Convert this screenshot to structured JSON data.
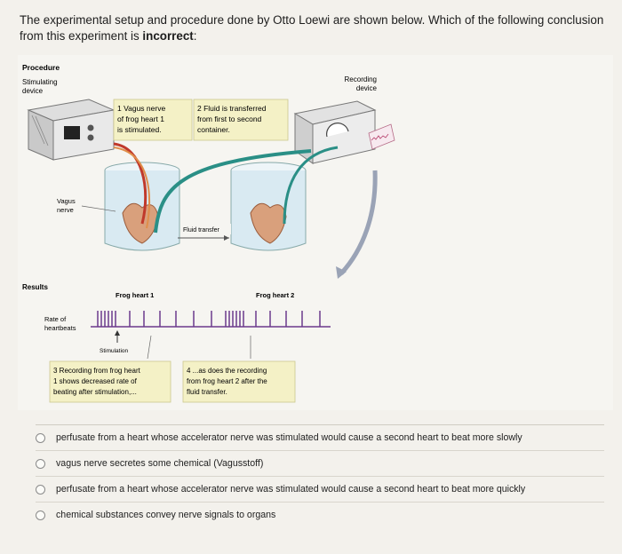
{
  "question": {
    "text_before": "The experimental setup and procedure done by Otto Loewi are shown below. Which of the following conclusion from this experiment is ",
    "emphasis": "incorrect",
    "text_after": ":"
  },
  "figure": {
    "procedure_label": "Procedure",
    "stim_device_line1": "Stimulating",
    "stim_device_line2": "device",
    "recording_line1": "Recording",
    "recording_line2": "device",
    "step1_line1": "1 Vagus nerve",
    "step1_line2": "of frog heart 1",
    "step1_line3": "is stimulated.",
    "step2_line1": "2 Fluid is transferred",
    "step2_line2": "from first to second",
    "step2_line3": "container.",
    "vagus_line1": "Vagus",
    "vagus_line2": "nerve",
    "fluid_transfer": "Fluid transfer",
    "results_label": "Results",
    "frog_heart_1": "Frog heart 1",
    "frog_heart_2": "Frog heart 2",
    "rate_line1": "Rate of",
    "rate_line2": "heartbeats",
    "stimulation": "Stimulation",
    "step3_line1": "3 Recording from frog heart",
    "step3_line2": "1 shows decreased rate of",
    "step3_line3": "beating after stimulation,...",
    "step4_line1": "4 ...as does the recording",
    "step4_line2": "from frog heart 2 after the",
    "step4_line3": "fluid transfer."
  },
  "options": [
    {
      "label": "perfusate from a heart whose accelerator nerve was stimulated would cause a second heart to beat more slowly"
    },
    {
      "label": "vagus nerve secretes some chemical (Vagusstoff)"
    },
    {
      "label": "perfusate from a heart whose accelerator nerve was stimulated would cause a second heart to beat more quickly"
    },
    {
      "label": "chemical substances convey nerve signals to organs"
    }
  ],
  "colors": {
    "step_box_bg": "#f4f1c6",
    "tube": "#2a8f86",
    "step_number": "#2a6fb3",
    "trace": "#6b3a8c"
  }
}
